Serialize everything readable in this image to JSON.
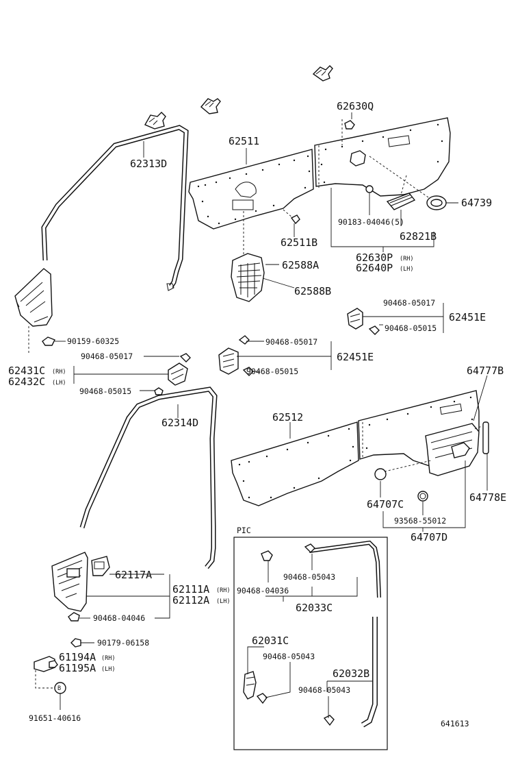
{
  "labels": {
    "p62630Q": "62630Q",
    "p62511": "62511",
    "p62313D": "62313D",
    "p64739": "64739",
    "p90183": "90183-04046(5)",
    "p62511B": "62511B",
    "p62821B": "62821B",
    "p62630P": "62630P",
    "p62630P_side": "(RH)",
    "p62640P": "62640P",
    "p62640P_side": "(LH)",
    "p62588A": "62588A",
    "p62588B": "62588B",
    "p90468_05017_a": "90468-05017",
    "p62451E_a": "62451E",
    "p90468_05015_a": "90468-05015",
    "p90159": "90159-60325",
    "p90468_05017_b": "90468-05017",
    "p90468_05017_c": "90468-05017",
    "p62451E_b": "62451E",
    "p62431C": "62431C",
    "p62431C_side": "(RH)",
    "p62432C": "62432C",
    "p62432C_side": "(LH)",
    "p90468_05015_b": "90468-05015",
    "p90468_05015_c": "90468-05015",
    "p64777B": "64777B",
    "p62314D": "62314D",
    "p62512": "62512",
    "p64707C": "64707C",
    "p64778E": "64778E",
    "p93568": "93568-55012",
    "p64707D": "64707D",
    "pic": "PIC",
    "p62117A": "62117A",
    "p62111A": "62111A",
    "p62111A_side": "(RH)",
    "p62112A": "62112A",
    "p62112A_side": "(LH)",
    "p90468_05043_a": "90468-05043",
    "p90468_04036": "90468-04036",
    "p62033C": "62033C",
    "p90468_04046": "90468-04046",
    "p90179": "90179-06158",
    "p62031C": "62031C",
    "p90468_05043_b": "90468-05043",
    "p61194A": "61194A",
    "p61194A_side": "(RH)",
    "p61195A": "61195A",
    "p61195A_side": "(LH)",
    "p62032B": "62032B",
    "p90468_05043_c": "90468-05043",
    "p91651": "91651-40616",
    "p641613": "641613"
  }
}
